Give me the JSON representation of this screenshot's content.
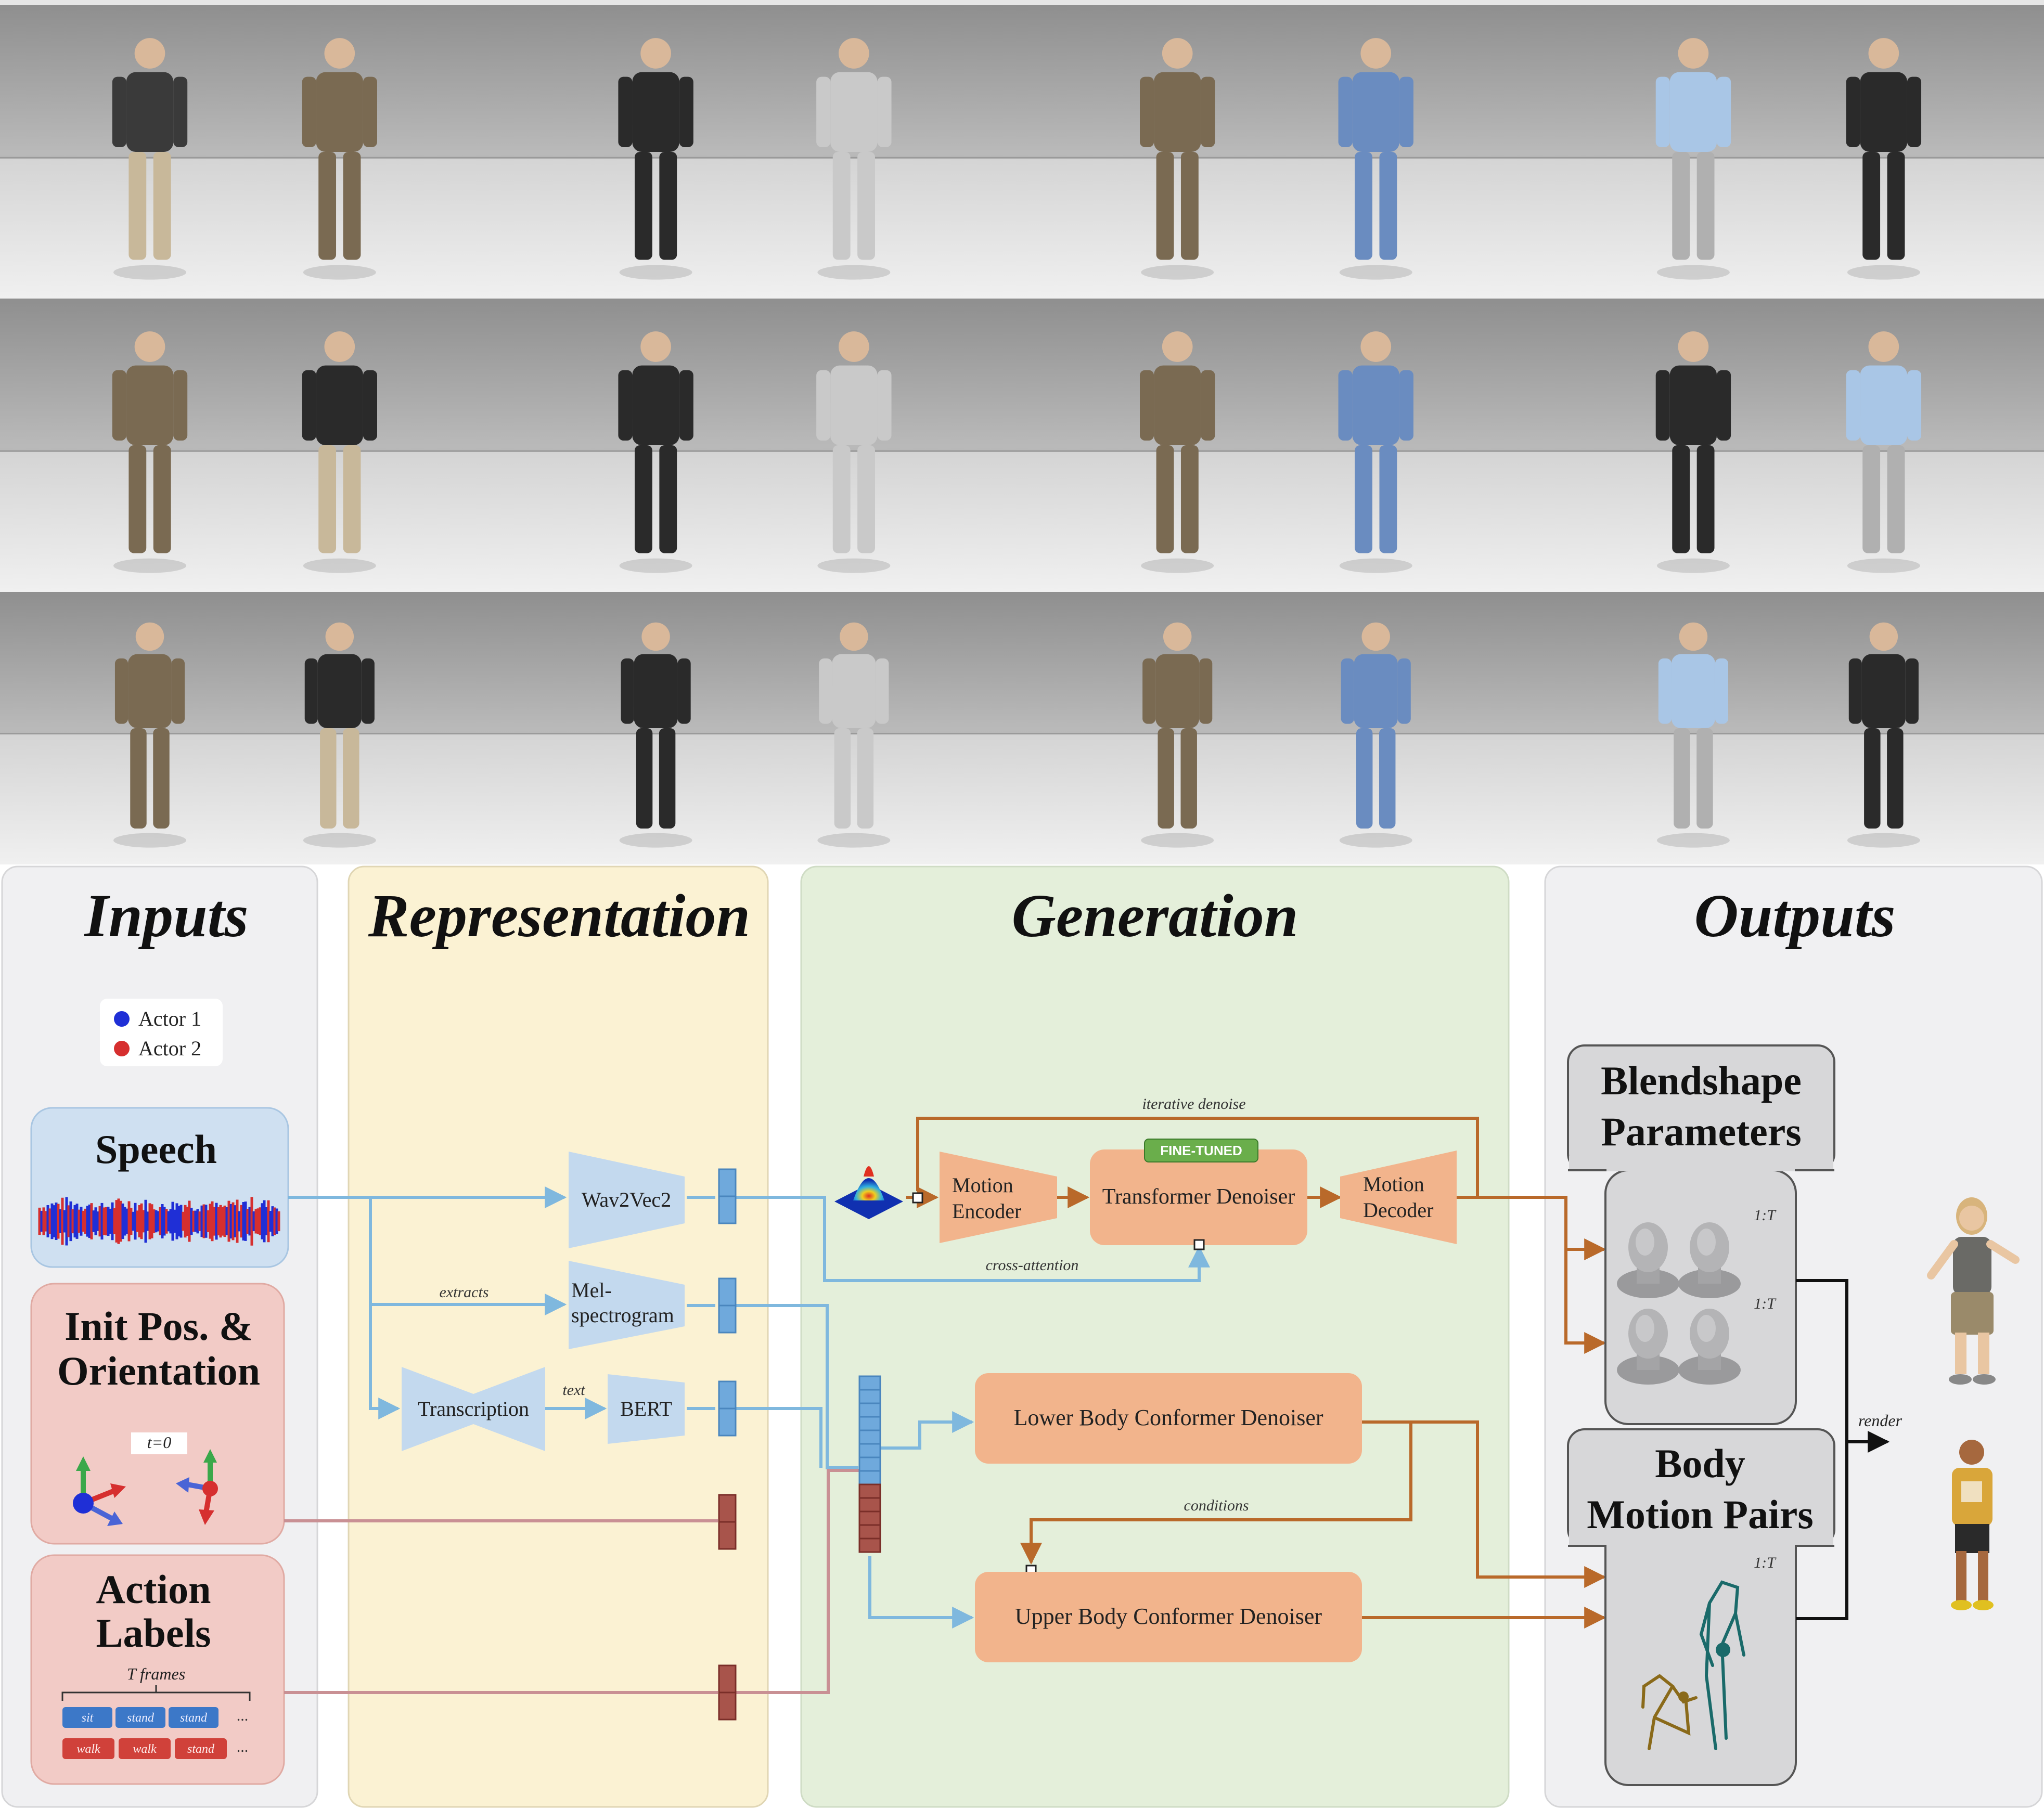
{
  "panels": {
    "inputs": "Inputs",
    "representation": "Representation",
    "generation": "Generation",
    "outputs": "Outputs"
  },
  "legend": {
    "actor1": "Actor 1",
    "actor2": "Actor 2",
    "actor1_color": "#1f2fd6",
    "actor2_color": "#d62f2f"
  },
  "inputs": {
    "speech": "Speech",
    "init_line1": "Init Pos. &",
    "init_line2": "Orientation",
    "t0": "t=0",
    "action_line1": "Action",
    "action_line2": "Labels",
    "t_frames": "T frames",
    "row1": [
      "sit",
      "stand",
      "stand"
    ],
    "row2": [
      "walk",
      "walk",
      "stand"
    ],
    "ellipsis": "..."
  },
  "representation": {
    "wav2vec": "Wav2Vec2",
    "mel_line1": "Mel-",
    "mel_line2": "spectrogram",
    "transcription": "Transcription",
    "bert": "BERT",
    "extracts": "extracts",
    "text": "text"
  },
  "generation": {
    "iterative": "iterative denoise",
    "fine_tuned": "FINE-TUNED",
    "enc_line1": "Motion",
    "enc_line2": "Encoder",
    "transformer": "Transformer Denoiser",
    "dec_line1": "Motion",
    "dec_line2": "Decoder",
    "cross_attention": "cross-attention",
    "lower": "Lower Body Conformer Denoiser",
    "conditions": "conditions",
    "upper": "Upper Body Conformer Denoiser"
  },
  "outputs": {
    "blend_line1": "Blendshape",
    "blend_line2": "Parameters",
    "body_line1": "Body",
    "body_line2": "Motion Pairs",
    "range": "1:T",
    "render": "render"
  },
  "colors": {
    "inputs_bg": "#f0f0f2",
    "representation_bg": "#fbf2d3",
    "generation_bg": "#e4efda",
    "outputs_bg": "#f0f0f2",
    "speech_bg": "#cfe0f1",
    "input_box_bg": "#f2cbc6",
    "block_blue": "#c3d9ee",
    "block_orange": "#f2b48c",
    "fine_tuned": "#6aae4b",
    "arrow_blue": "#7fb8de",
    "arrow_orange": "#b9692a",
    "arrow_pink": "#c99094",
    "token_blue": "#6fa9dc",
    "token_red": "#a8544b"
  }
}
